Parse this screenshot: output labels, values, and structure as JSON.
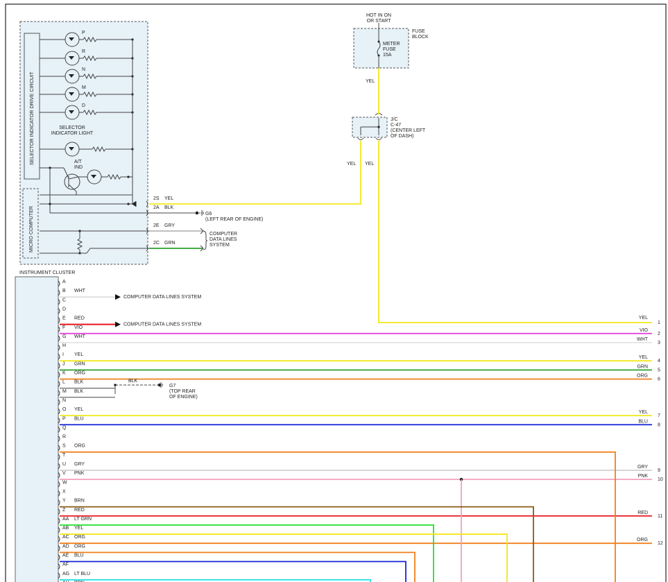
{
  "fuse_block": {
    "power_label": "HOT IN ON\nOR START",
    "title": "FUSE\nBLOCK",
    "fuse_label": "METER\nFUSE\n15A"
  },
  "junction": {
    "title": "J/C\nC-47\n(CENTER LEFT\nOF DASH)"
  },
  "wire_labels": {
    "fuse_out": "YEL",
    "jc_left": "YEL",
    "jc_right": "YEL"
  },
  "selector": {
    "drive_circuit_label": "SELECTOR INDICATOR DRIVE CIRCUIT",
    "micro_label": "MICRO COMPUTER",
    "light_label": "SELECTOR\nINDICATOR LIGHT",
    "at_label": "A/T\nIND",
    "positions": [
      "P",
      "R",
      "N",
      "M",
      "D"
    ]
  },
  "micro_pins": [
    {
      "pin": "2S",
      "wire": "YEL",
      "dest": ""
    },
    {
      "pin": "2A",
      "wire": "BLK",
      "dest": "G6\n(LEFT REAR OF ENGINE)"
    },
    {
      "pin": "2E",
      "wire": "GRY",
      "dest": "COMPUTER\nDATA LINES\nSYSTEM"
    },
    {
      "pin": "2C",
      "wire": "GRN",
      "dest": ""
    }
  ],
  "cluster": {
    "title": "INSTRUMENT CLUSTER",
    "pins": [
      {
        "pin": "A",
        "wire": "",
        "right": "",
        "num": "",
        "color": ""
      },
      {
        "pin": "B",
        "wire": "WHT",
        "right": "",
        "num": "",
        "color": "#cfcfcf",
        "dest": "COMPUTER DATA LINES SYSTEM"
      },
      {
        "pin": "C",
        "wire": "",
        "right": "",
        "num": "",
        "color": ""
      },
      {
        "pin": "D",
        "wire": "",
        "right": "",
        "num": "",
        "color": ""
      },
      {
        "pin": "E",
        "wire": "RED",
        "right": "",
        "num": "",
        "color": "#e8141c",
        "dest": "COMPUTER DATA LINES SYSTEM"
      },
      {
        "pin": "F",
        "wire": "VIO",
        "right": "VIO",
        "num": "2",
        "color": "#e53ad8"
      },
      {
        "pin": "G",
        "wire": "WHT",
        "right": "WHT",
        "num": "3",
        "color": "#d8d8d8"
      },
      {
        "pin": "H",
        "wire": "",
        "right": "",
        "num": "",
        "color": ""
      },
      {
        "pin": "I",
        "wire": "YEL",
        "right": "YEL",
        "num": "4",
        "color": "#f3e81a"
      },
      {
        "pin": "J",
        "wire": "GRN",
        "right": "GRN",
        "num": "5",
        "color": "#2aa02a"
      },
      {
        "pin": "K",
        "wire": "ORG",
        "right": "ORG",
        "num": "6",
        "color": "#f07f1a"
      },
      {
        "pin": "L",
        "wire": "BLK",
        "right": "",
        "num": "",
        "color": "#444444"
      },
      {
        "pin": "M",
        "wire": "BLK",
        "right": "",
        "num": "",
        "color": "#444444"
      },
      {
        "pin": "N",
        "wire": "",
        "right": "",
        "num": "",
        "color": ""
      },
      {
        "pin": "O",
        "wire": "YEL",
        "right": "YEL",
        "num": "7",
        "color": "#f3e81a"
      },
      {
        "pin": "P",
        "wire": "BLU",
        "right": "BLU",
        "num": "8",
        "color": "#1424d8"
      },
      {
        "pin": "Q",
        "wire": "",
        "right": "",
        "num": "",
        "color": ""
      },
      {
        "pin": "R",
        "wire": "",
        "right": "",
        "num": "",
        "color": ""
      },
      {
        "pin": "S",
        "wire": "ORG",
        "right": "",
        "num": "",
        "color": "#f07f1a"
      },
      {
        "pin": "T",
        "wire": "",
        "right": "",
        "num": "",
        "color": ""
      },
      {
        "pin": "U",
        "wire": "GRY",
        "right": "GRY",
        "num": "9",
        "color": "#bdbdbd"
      },
      {
        "pin": "V",
        "wire": "PNK",
        "right": "PNK",
        "num": "10",
        "color": "#f4a0b8"
      },
      {
        "pin": "W",
        "wire": "",
        "right": "",
        "num": "",
        "color": ""
      },
      {
        "pin": "X",
        "wire": "",
        "right": "",
        "num": "",
        "color": ""
      },
      {
        "pin": "Y",
        "wire": "BRN",
        "right": "",
        "num": "",
        "color": "#8a5a12"
      },
      {
        "pin": "Z",
        "wire": "RED",
        "right": "RED",
        "num": "11",
        "color": "#e8141c"
      },
      {
        "pin": "AA",
        "wire": "LT GRN",
        "right": "",
        "num": "",
        "color": "#22e02a"
      },
      {
        "pin": "AB",
        "wire": "YEL",
        "right": "",
        "num": "",
        "color": "#f3e81a"
      },
      {
        "pin": "AC",
        "wire": "ORG",
        "right": "ORG",
        "num": "12",
        "color": "#f07f1a"
      },
      {
        "pin": "AD",
        "wire": "ORG",
        "right": "",
        "num": "",
        "color": "#f07f1a"
      },
      {
        "pin": "AE",
        "wire": "BLU",
        "right": "",
        "num": "",
        "color": "#1424d8"
      },
      {
        "pin": "AF",
        "wire": "",
        "right": "",
        "num": "",
        "color": ""
      },
      {
        "pin": "AG",
        "wire": "LT BLU",
        "right": "",
        "num": "",
        "color": "#26e0e8"
      },
      {
        "pin": "AH",
        "wire": "BRN",
        "right": "",
        "num": "",
        "color": "#8a5a12"
      }
    ]
  },
  "top_yel": {
    "right": "YEL",
    "num": "1"
  },
  "ground_g7": {
    "wire": "BLK",
    "label": "G7\n(TOP REAR\nOF ENGINE)"
  },
  "colors": {
    "yellow": "#f3e81a",
    "panel_fill": "#e6f1f8",
    "panel_border": "#7a8a96"
  }
}
